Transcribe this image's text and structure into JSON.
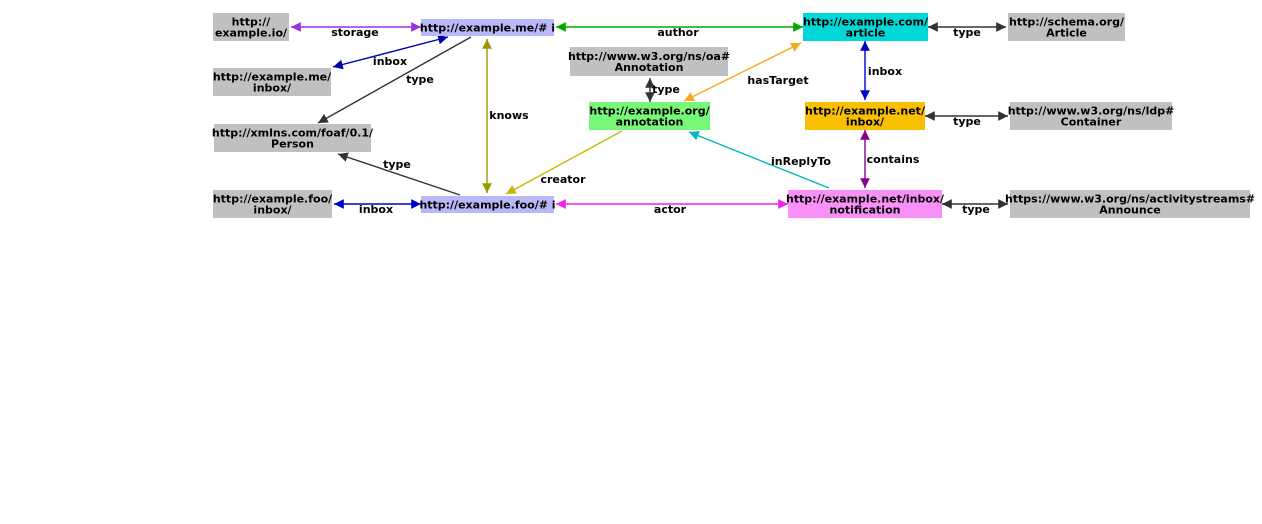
{
  "nodes": [
    {
      "id": "n-example-io",
      "lines": [
        "http://",
        "example.io/"
      ],
      "color": "#c0c0c0"
    },
    {
      "id": "n-me",
      "lines": [
        "http://example.me/# i"
      ],
      "color": "#b8b8f8"
    },
    {
      "id": "n-article",
      "lines": [
        "http://example.com/",
        "article"
      ],
      "color": "#00d8d8"
    },
    {
      "id": "n-schema-article",
      "lines": [
        "http://schema.org/",
        "Article"
      ],
      "color": "#c0c0c0"
    },
    {
      "id": "n-me-inbox",
      "lines": [
        "http://example.me/",
        "inbox/"
      ],
      "color": "#c0c0c0"
    },
    {
      "id": "n-oa-annotation",
      "lines": [
        "http://www.w3.org/ns/oa#",
        "Annotation"
      ],
      "color": "#c0c0c0"
    },
    {
      "id": "n-foaf-person",
      "lines": [
        "http://xmlns.com/foaf/0.1/",
        "Person"
      ],
      "color": "#c0c0c0"
    },
    {
      "id": "n-annotation",
      "lines": [
        "http://example.org/",
        "annotation"
      ],
      "color": "#78f878"
    },
    {
      "id": "n-net-inbox",
      "lines": [
        "http://example.net/",
        "inbox/"
      ],
      "color": "#f8c000"
    },
    {
      "id": "n-ldp-container",
      "lines": [
        "http://www.w3.org/ns/ldp#",
        "Container"
      ],
      "color": "#c0c0c0"
    },
    {
      "id": "n-foo-inbox",
      "lines": [
        "http://example.foo/",
        "inbox/"
      ],
      "color": "#c0c0c0"
    },
    {
      "id": "n-foo",
      "lines": [
        "http://example.foo/# i"
      ],
      "color": "#b8b8f8"
    },
    {
      "id": "n-notification",
      "lines": [
        "http://example.net/inbox/",
        "notification"
      ],
      "color": "#f890f8"
    },
    {
      "id": "n-as-announce",
      "lines": [
        "https://www.w3.org/ns/activitystreams#",
        "Announce"
      ],
      "color": "#c0c0c0"
    }
  ],
  "edges": [
    {
      "id": "e-storage",
      "label": "storage",
      "color": "#9933dd"
    },
    {
      "id": "e-author",
      "label": "author",
      "color": "#00aa00"
    },
    {
      "id": "e-article-type",
      "label": "type",
      "color": "#333333"
    },
    {
      "id": "e-me-inbox",
      "label": "inbox",
      "color": "#0000aa"
    },
    {
      "id": "e-me-type",
      "label": "type",
      "color": "#333333"
    },
    {
      "id": "e-knows",
      "label": "knows",
      "color": "#999900"
    },
    {
      "id": "e-annotation-type",
      "label": "type",
      "color": "#333333"
    },
    {
      "id": "e-hastarget",
      "label": "hasTarget",
      "color": "#f8a820"
    },
    {
      "id": "e-article-inbox",
      "label": "inbox",
      "color": "#0000cc"
    },
    {
      "id": "e-netinbox-type",
      "label": "type",
      "color": "#333333"
    },
    {
      "id": "e-contains",
      "label": "contains",
      "color": "#880088"
    },
    {
      "id": "e-inreplyto",
      "label": "inReplyTo",
      "color": "#00b8b8"
    },
    {
      "id": "e-foo-type",
      "label": "type",
      "color": "#333333"
    },
    {
      "id": "e-creator",
      "label": "creator",
      "color": "#c8b800"
    },
    {
      "id": "e-foo-inbox",
      "label": "inbox",
      "color": "#0000cc"
    },
    {
      "id": "e-actor",
      "label": "actor",
      "color": "#ee22ee"
    },
    {
      "id": "e-notification-type",
      "label": "type",
      "color": "#333333"
    }
  ]
}
